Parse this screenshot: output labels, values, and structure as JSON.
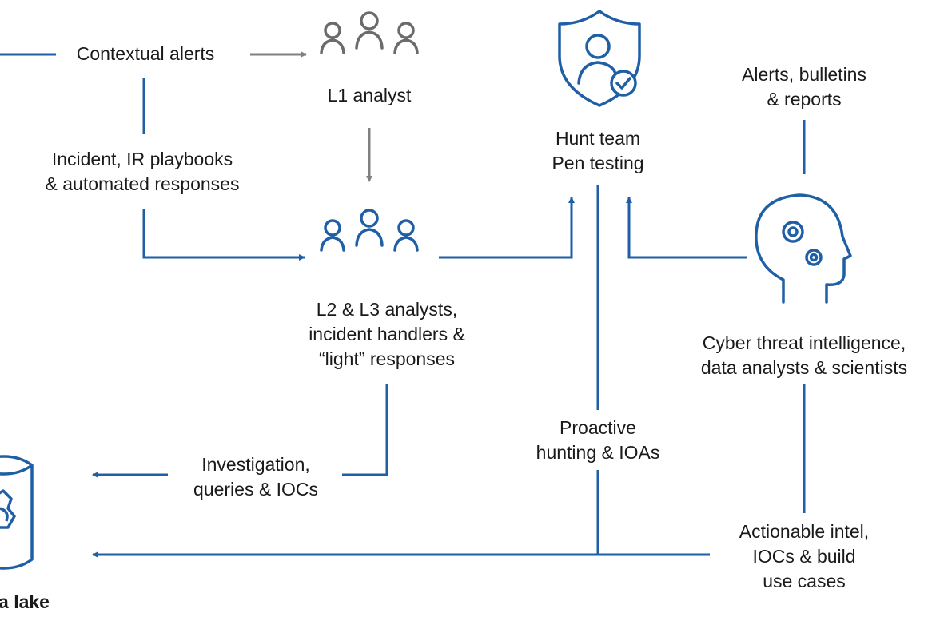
{
  "colors": {
    "flow": "#1f5fa6",
    "gray_flow": "#808080",
    "icon": "#1f5fa6",
    "icon_dark": "#6b6b6b",
    "text": "#1a1a1a"
  },
  "icons": {
    "l1": "people-group-icon",
    "l2": "people-group-icon",
    "hunt": "shield-user-check-icon",
    "cti": "head-gears-icon",
    "lake": "database-gear-icon"
  },
  "labels": {
    "contextual_alerts": "Contextual alerts",
    "l1_analyst": "L1 analyst",
    "incident_line1": "Incident, IR playbooks",
    "incident_line2": "& automated responses",
    "hunt_line1": "Hunt team",
    "hunt_line2": "Pen testing",
    "alerts_line1": "Alerts, bulletins",
    "alerts_line2": "& reports",
    "l2_line1": "L2 & L3 analysts,",
    "l2_line2": "incident handlers &",
    "l2_line3": "“light” responses",
    "cti_line1": "Cyber threat intelligence,",
    "cti_line2": "data analysts & scientists",
    "proactive_line1": "Proactive",
    "proactive_line2": "hunting & IOAs",
    "investigation_line1": "Investigation,",
    "investigation_line2": "queries & IOCs",
    "actionable_line1": "Actionable intel,",
    "actionable_line2": "IOCs & build",
    "actionable_line3": "use cases",
    "data_lake": "a lake"
  }
}
